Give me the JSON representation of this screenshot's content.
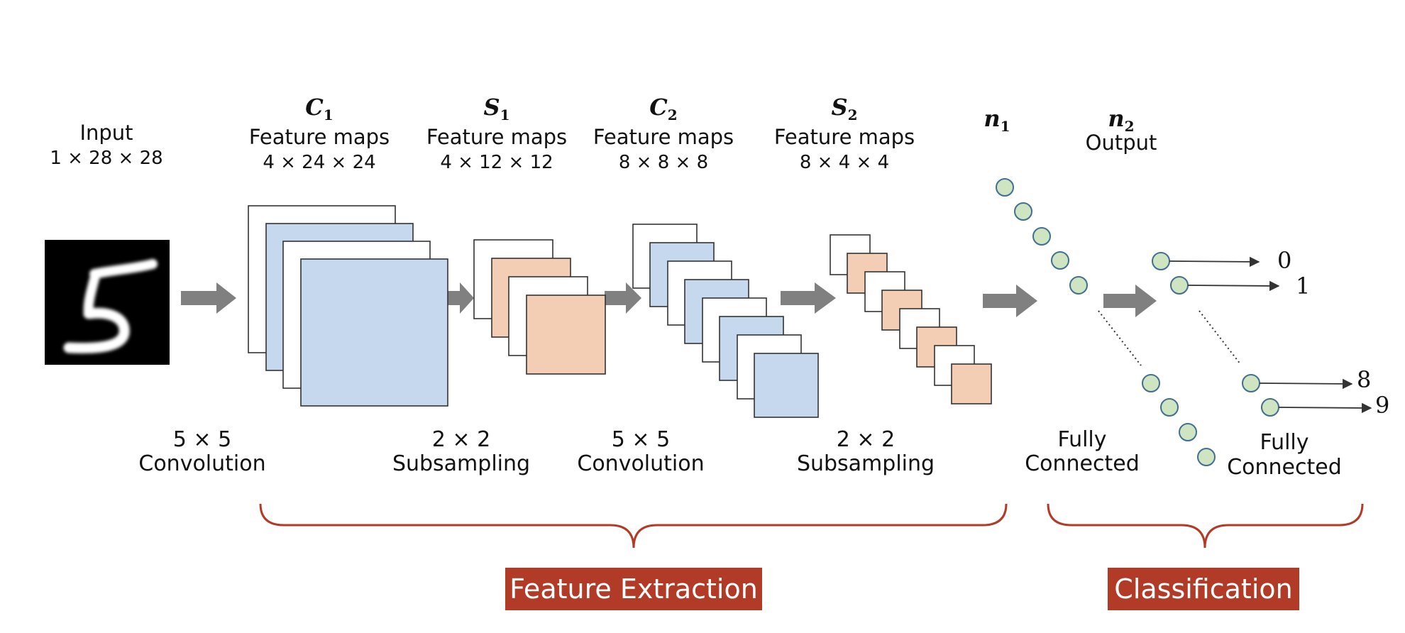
{
  "input": {
    "title": "Input",
    "dims": "1 × 28 × 28",
    "image": "mnist-digit-five"
  },
  "layers": [
    {
      "id": "c1",
      "symbol": "C",
      "sub": "1",
      "name": "Feature maps",
      "dims": "4 × 24 × 24"
    },
    {
      "id": "s1",
      "symbol": "S",
      "sub": "1",
      "name": "Feature maps",
      "dims": "4 × 12 × 12"
    },
    {
      "id": "c2",
      "symbol": "C",
      "sub": "2",
      "name": "Feature maps",
      "dims": "8 × 8 × 8"
    },
    {
      "id": "s2",
      "symbol": "S",
      "sub": "2",
      "name": "Feature maps",
      "dims": "8 × 4 × 4"
    },
    {
      "id": "n1",
      "symbol": "n",
      "sub": "1"
    },
    {
      "id": "n2",
      "symbol": "n",
      "sub": "2",
      "name": "Output"
    }
  ],
  "operations": [
    {
      "size": "5 × 5",
      "name": "Convolution"
    },
    {
      "size": "2 × 2",
      "name": "Subsampling"
    },
    {
      "size": "5 × 5",
      "name": "Convolution"
    },
    {
      "size": "2 × 2",
      "name": "Subsampling"
    },
    {
      "line1": "Fully",
      "line2": "Connected"
    },
    {
      "line1": "Fully",
      "line2": "Connected"
    }
  ],
  "outputs": [
    "0",
    "1",
    "8",
    "9"
  ],
  "groups": {
    "feature_extraction": "Feature Extraction",
    "classification": "Classification"
  },
  "colors": {
    "conv_map": "#c5d8ee",
    "pool_map": "#f3cdb4",
    "neuron": "#cfe5c2",
    "neuron_border": "#3f6f95",
    "arrow": "#808080",
    "brace": "#b23b27",
    "banner": "#b23b27"
  }
}
